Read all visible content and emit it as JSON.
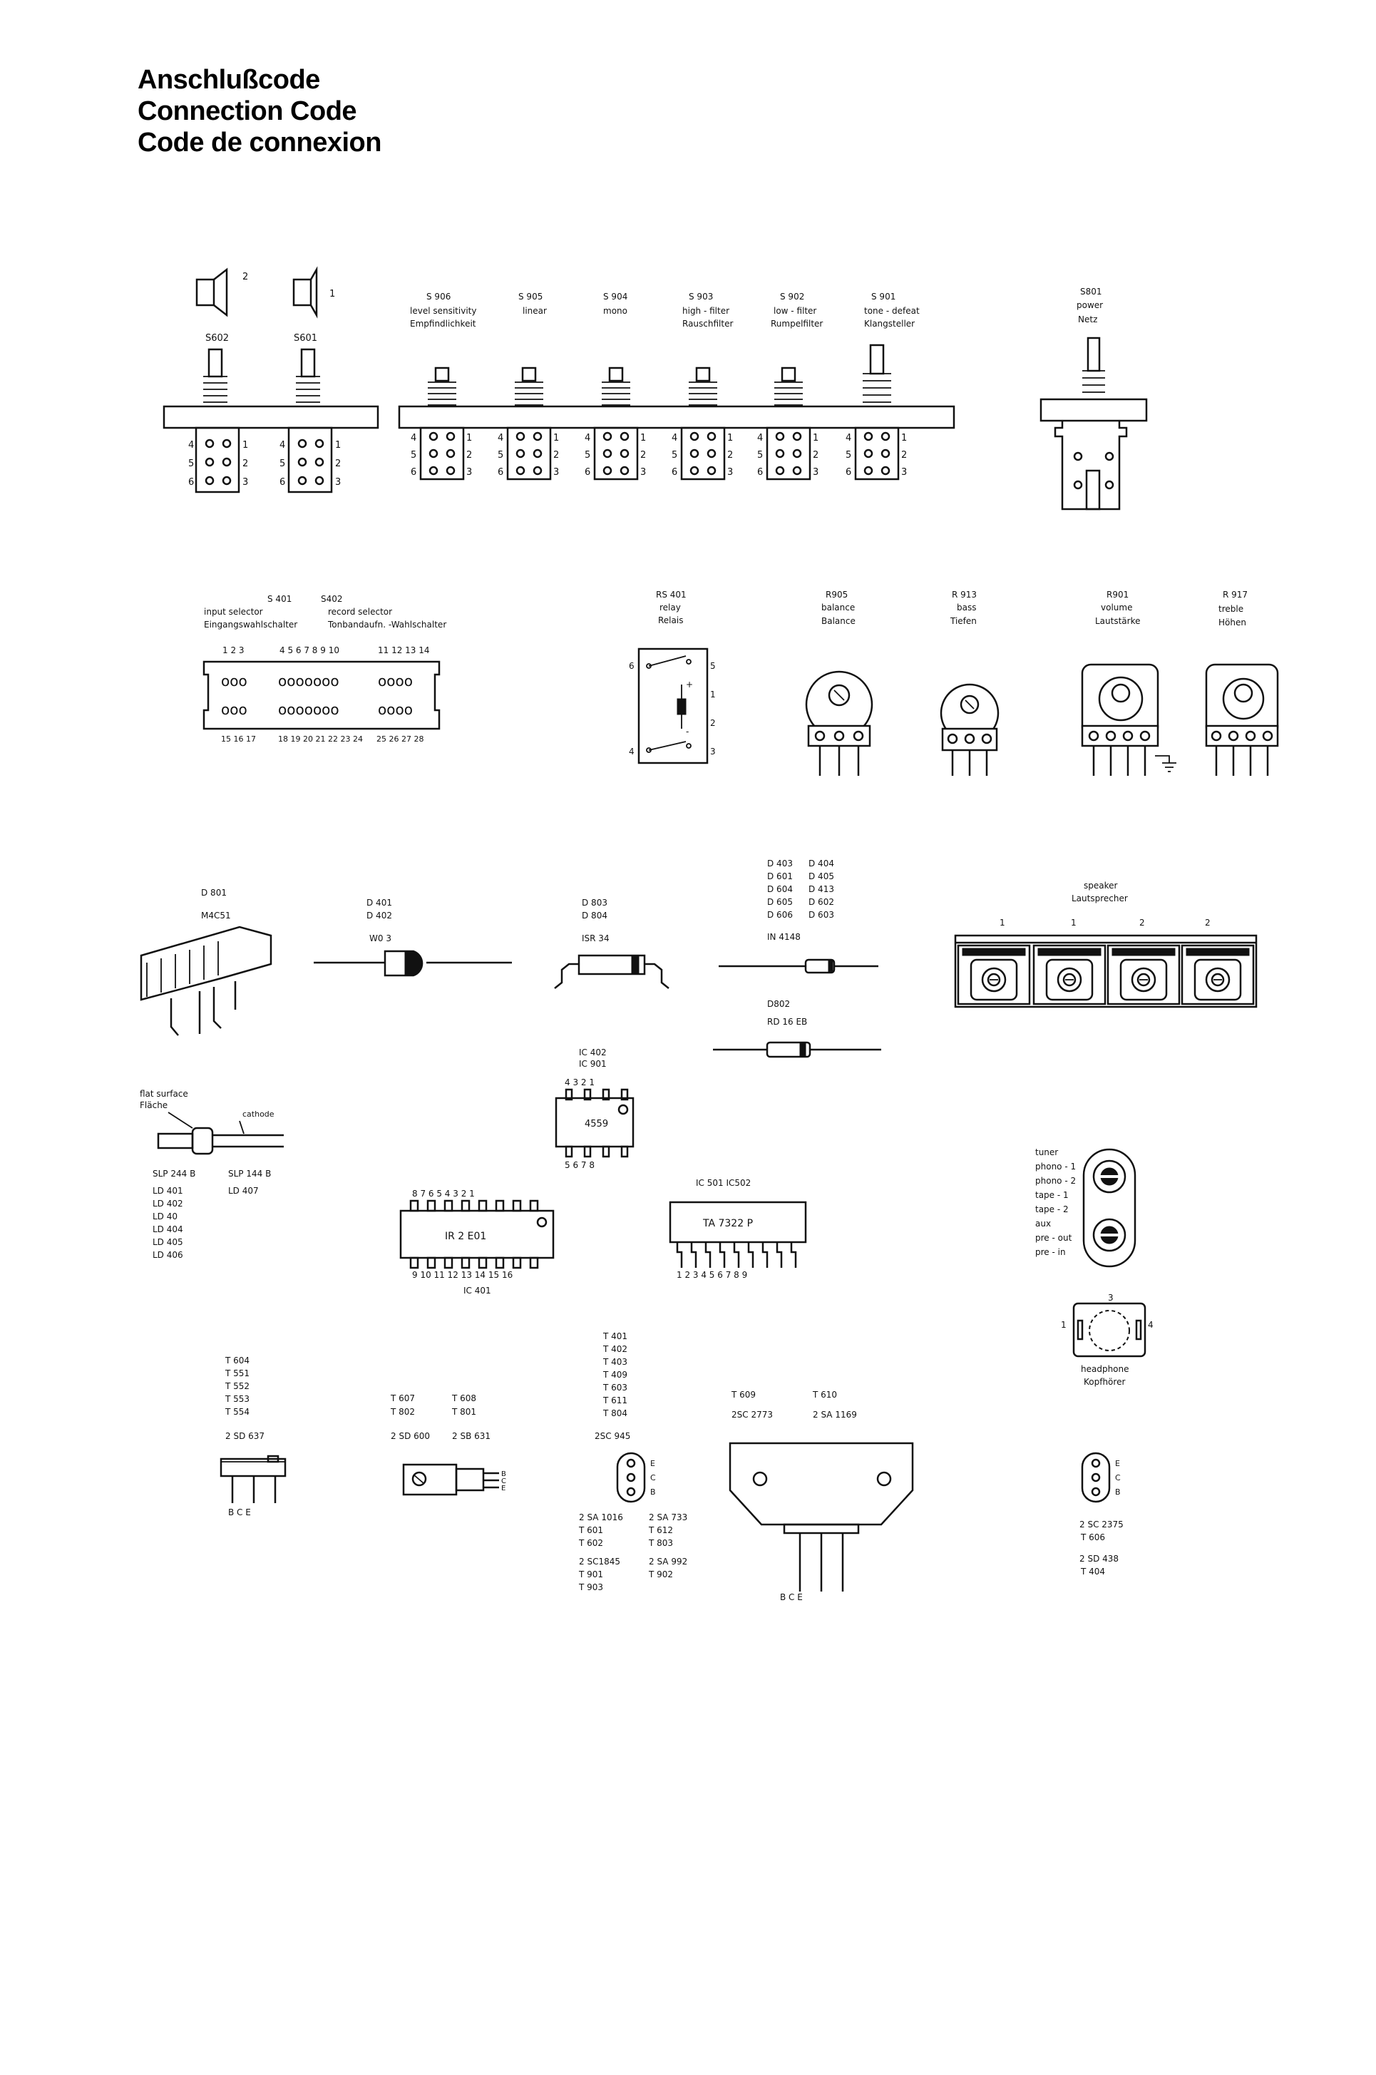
{
  "title": {
    "line1": "Anschlußcode",
    "line2": "Connection Code",
    "line3": "Code de connexion"
  },
  "switches": {
    "s602": {
      "id": "S602",
      "num": "2"
    },
    "s601": {
      "id": "S601",
      "num": "1"
    },
    "s906": {
      "id": "S 906",
      "en": "level sensitivity",
      "de": "Empfindlichkeit"
    },
    "s905": {
      "id": "S 905",
      "en": "linear"
    },
    "s904": {
      "id": "S 904",
      "en": "mono"
    },
    "s903": {
      "id": "S 903",
      "en": "high - filter",
      "de": "Rauschfilter"
    },
    "s902": {
      "id": "S 902",
      "en": "low - filter",
      "de": "Rumpelfilter"
    },
    "s901": {
      "id": "S 901",
      "en": "tone - defeat",
      "de": "Klangsteller"
    },
    "s801": {
      "id": "S801",
      "en": "power",
      "de": "Netz"
    },
    "pin_left": [
      "4",
      "5",
      "6"
    ],
    "pin_right": [
      "1",
      "2",
      "3"
    ]
  },
  "selector": {
    "s401": "S 401",
    "s402": "S402",
    "en1": "input selector",
    "en2": "record selector",
    "de1": "Eingangswahlschalter",
    "de2": "Tonbandaufn. -Wahlschalter",
    "top_pins_a": "1 2 3",
    "top_pins_b": "4 5 6 7 8 9 10",
    "top_pins_c": "11 12 13 14",
    "bot_pins_a": "15 16 17",
    "bot_pins_b": "18 19 20 21 22 23 24",
    "bot_pins_c": "25 26 27 28"
  },
  "relay": {
    "id": "RS 401",
    "en": "relay",
    "de": "Relais",
    "pins": [
      "6",
      "5",
      "1",
      "2",
      "4",
      "3"
    ],
    "plus": "+",
    "minus": "-"
  },
  "pots": {
    "r905": {
      "id": "R905",
      "en": "balance",
      "de": "Balance"
    },
    "r913": {
      "id": "R 913",
      "en": "bass",
      "de": "Tiefen"
    },
    "r901": {
      "id": "R901",
      "en": "volume",
      "de": "Lautstärke"
    },
    "r917": {
      "id": "R 917",
      "en": "treble",
      "de": "Höhen"
    }
  },
  "d801": {
    "id": "D 801",
    "part": "M4C51"
  },
  "d401": {
    "id1": "D 401",
    "id2": "D 402",
    "part": "W0 3"
  },
  "d803": {
    "id1": "D 803",
    "id2": "D 804",
    "part": "ISR 34"
  },
  "d4148": {
    "ids": [
      "D 403",
      "D 404",
      "D 601",
      "D 405",
      "D 604",
      "D 413",
      "D 605",
      "D 602",
      "D 606",
      "D 603"
    ],
    "part": "IN 4148"
  },
  "d802": {
    "id": "D802",
    "part": "RD 16 EB"
  },
  "speaker": {
    "en": "speaker",
    "de": "Lautsprecher",
    "nums": [
      "1",
      "1",
      "2",
      "2"
    ]
  },
  "ic402": {
    "id1": "IC 402",
    "id2": "IC 901",
    "top": "4 3 2 1",
    "part": "4559",
    "bot": "5 6 7 8"
  },
  "led": {
    "flat": "flat surface",
    "flat_de": "Fläche",
    "cathode": "cathode",
    "part1": "SLP 244 B",
    "part2": "SLP 144 B",
    "list1": [
      "LD 401",
      "LD 402",
      "LD 40",
      "LD 404",
      "LD 405",
      "LD 406"
    ],
    "list2": [
      "LD 407"
    ]
  },
  "ic401": {
    "top": "8 7 6 5 4 3 2 1",
    "part": "IR 2 E01",
    "bot": "9 10 11 12 13 14 15 16",
    "id": "IC 401"
  },
  "ic501": {
    "id": "IC 501   IC502",
    "part": "TA 7322 P",
    "pins": "1 2 3 4 5 6 7 8 9"
  },
  "jacks": {
    "labels": [
      "tuner",
      "phono - 1",
      "phono - 2",
      "tape - 1",
      "tape - 2",
      "aux",
      "pre - out",
      "pre - in"
    ]
  },
  "headphone": {
    "en": "headphone",
    "de": "Kopfhörer",
    "pins": [
      "3",
      "1",
      "4"
    ]
  },
  "t604": {
    "ids": [
      "T 604",
      "T 551",
      "T 552",
      "T 553",
      "T 554"
    ],
    "part": "2 SD 637",
    "pins": "B   C   E"
  },
  "t607": {
    "id1": "T 607",
    "id2": "T 802",
    "part1": "2 SD 600",
    "id3": "T 608",
    "id4": "T 801",
    "part2": "2 SB 631",
    "bce": [
      "B",
      "C",
      "E"
    ]
  },
  "t401": {
    "ids": [
      "T 401",
      "T 402",
      "T 403",
      "T 409",
      "T 603",
      "T 611",
      "T 804"
    ],
    "part": "2SC 945",
    "ecb": [
      "E",
      "C",
      "B"
    ],
    "col1": [
      "2 SA 1016",
      "T 601",
      "T 602",
      "2 SC1845",
      "T 901",
      "T 903"
    ],
    "col2": [
      "2 SA 733",
      "T 612",
      "T 803",
      "2 SA 992",
      "T 902"
    ]
  },
  "t609": {
    "id1": "T 609",
    "id2": "T 610",
    "part1": "2SC 2773",
    "part2": "2 SA 1169",
    "pins": "B   C   E"
  },
  "t606": {
    "ecb": [
      "E",
      "C",
      "B"
    ],
    "part1": "2 SC  2375",
    "id1": "T 606",
    "part2": "2 SD 438",
    "id2": "T 404"
  }
}
